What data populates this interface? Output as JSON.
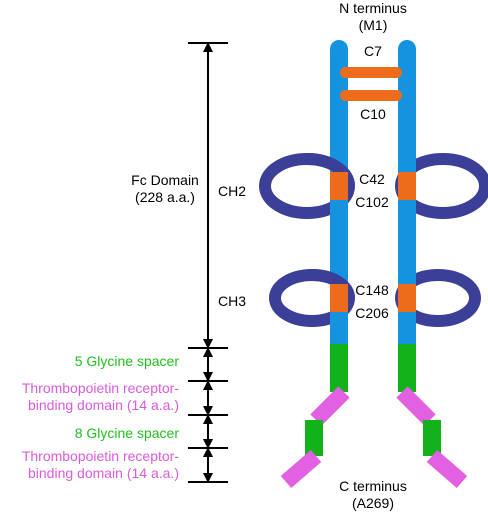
{
  "colors": {
    "chain_blue": "#1593de",
    "disulfide_orange": "#ec6c1c",
    "loop_indigo": "#3b3f98",
    "spacer_green": "#12b31a",
    "tpo_magenta": "#e260e2",
    "arrow_black": "#000000",
    "label_green": "#1fbf1f",
    "label_magenta": "#dc5adc"
  },
  "termini": {
    "n_terminus": {
      "line1": "N terminus",
      "line2": "(M1)"
    },
    "c_terminus": {
      "line1": "C terminus",
      "line2": "(A269)"
    }
  },
  "disulfides": {
    "c7": "C7",
    "c10": "C10",
    "c42": "C42",
    "c102": "C102",
    "c148": "C148",
    "c206": "C206"
  },
  "domains": {
    "ch2": "CH2",
    "ch3": "CH3"
  },
  "segments": {
    "fc_domain": {
      "line1": "Fc Domain",
      "line2": "(228 a.a.)"
    },
    "glycine_5": "5 Glycine spacer",
    "tpo_domain_1": {
      "line1": "Thrombopoietin receptor-",
      "line2": "binding domain (14 a.a.)"
    },
    "glycine_8": "8 Glycine spacer",
    "tpo_domain_2": {
      "line1": "Thrombopoietin receptor-",
      "line2": "binding domain (14 a.a.)"
    }
  }
}
